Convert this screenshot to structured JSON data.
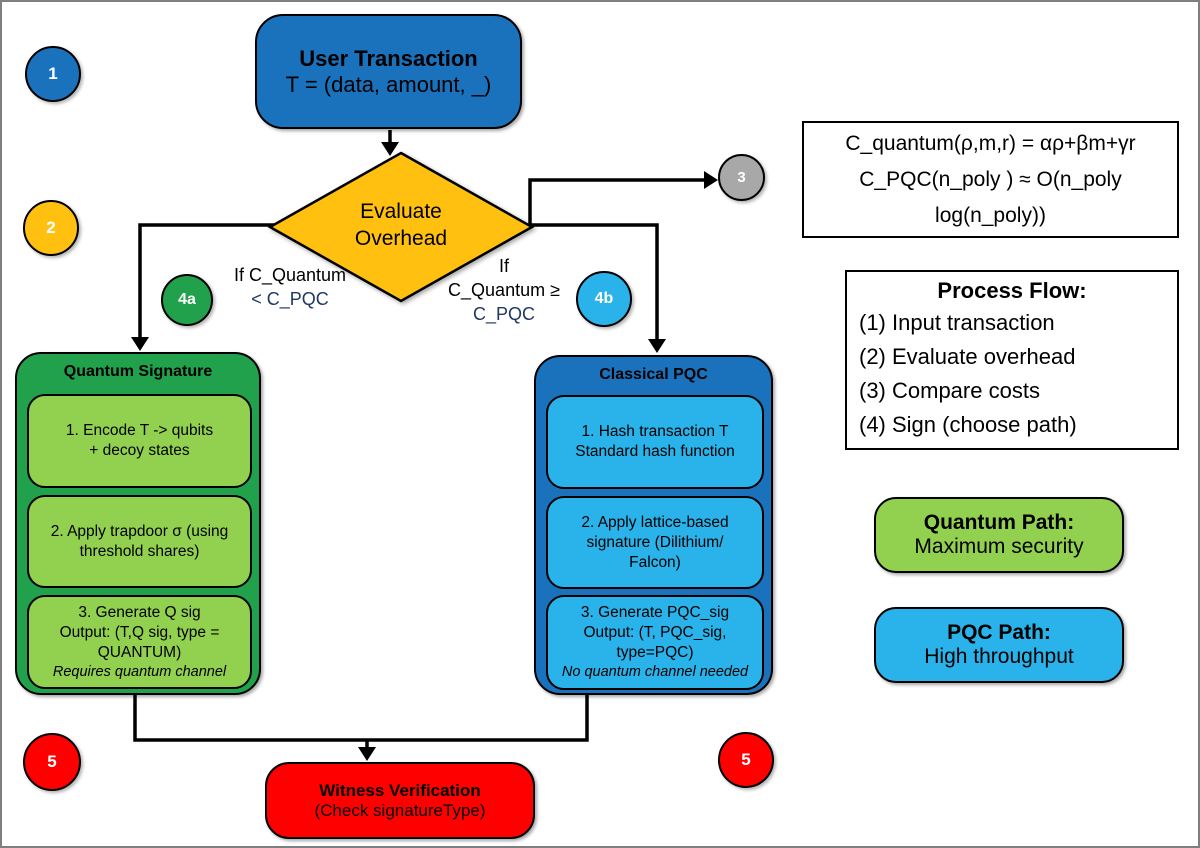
{
  "user_transaction": {
    "title": "User Transaction",
    "subtitle": "T = (data, amount, _)"
  },
  "decision": {
    "text": "Evaluate\nOverhead"
  },
  "condition_quantum": {
    "line1": "If C_Quantum",
    "line2": "< C_PQC"
  },
  "condition_pqc": {
    "line1": "If",
    "line2": "C_Quantum ≥",
    "line3": "C_PQC"
  },
  "formula_box": {
    "text": "C_quantum(ρ,m,r) = αρ+βm+γr\nC_PQC(n_poly ) ≈ O(n_poly\nlog(n_poly))"
  },
  "process_flow": {
    "title": "Process Flow:",
    "items": [
      "(1) Input transaction",
      "(2) Evaluate overhead",
      "(3) Compare costs",
      "(4) Sign (choose path)"
    ]
  },
  "quantum_branch": {
    "header": "Quantum Signature",
    "steps": [
      "1. Encode T -> qubits\n+ decoy states",
      "2. Apply trapdoor σ (using\nthreshold shares)",
      "3. Generate Q sig\nOutput: (T,Q sig, type =\nQUANTUM)"
    ],
    "note": "Requires quantum channel"
  },
  "pqc_branch": {
    "header": "Classical PQC",
    "steps": [
      "1. Hash transaction T\nStandard hash function",
      "2. Apply lattice-based\nsignature (Dilithium/\nFalcon)",
      "3. Generate PQC_sig\nOutput: (T, PQC_sig,\ntype=PQC)"
    ],
    "note": "No quantum channel needed"
  },
  "witness": {
    "title": "Witness Verification",
    "subtitle": "(Check signatureType)"
  },
  "legend": {
    "quantum_title": "Quantum Path:",
    "quantum_subtitle": "Maximum security",
    "pqc_title": "PQC Path:",
    "pqc_subtitle": "High throughput"
  },
  "markers": {
    "m1": {
      "label": "1",
      "color": "#1B72BC"
    },
    "m2": {
      "label": "2",
      "color": "#FFC010"
    },
    "m3": {
      "label": "3",
      "color": "#A8A8A8"
    },
    "m4a": {
      "label": "4a",
      "color": "#21A14B"
    },
    "m4b": {
      "label": "4b",
      "color": "#29B3EA"
    },
    "m5_left": {
      "label": "5",
      "color": "#FE0000"
    },
    "m5_right": {
      "label": "5",
      "color": "#FE0000"
    }
  },
  "colors": {
    "dark_blue": "#1B72BC",
    "light_blue": "#29B3EA",
    "green_dark": "#21A14B",
    "green_light": "#92D050",
    "yellow": "#FFC010",
    "red": "#FE0000",
    "gray": "#A8A8A8",
    "navy_text": "#1F3864"
  }
}
